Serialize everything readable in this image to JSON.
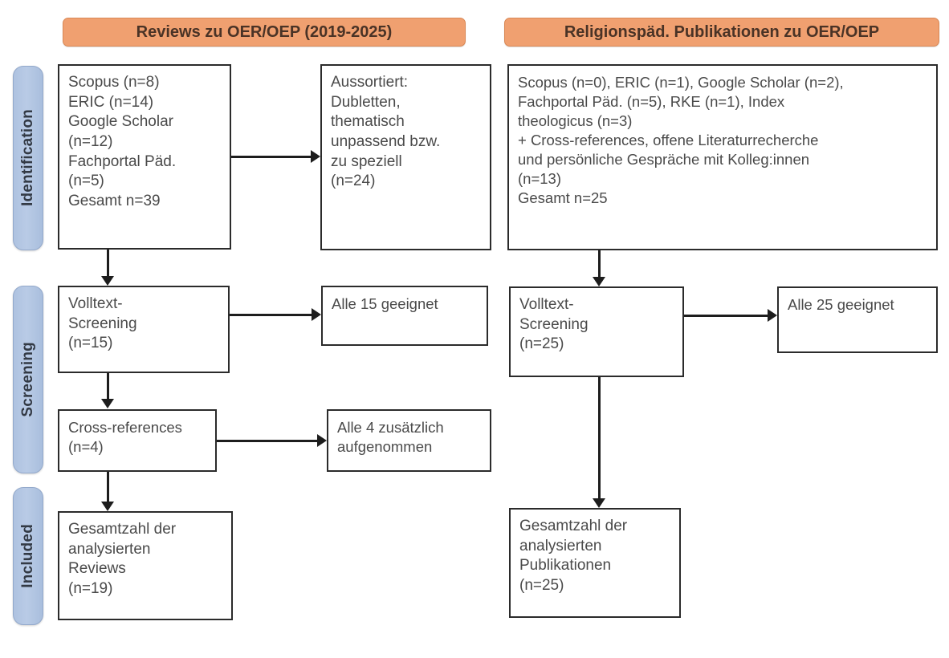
{
  "diagram": {
    "type": "prisma-flow-diagram",
    "title_left": "Reviews zu OER/OEP (2019-2025)",
    "title_right": "Religionspäd. Publikationen zu OER/OEP",
    "accent_header_color": "#F0A070",
    "phase_pill_color": "#AEC2E0",
    "box_border_color": "#2B2B2B"
  },
  "phases": [
    {
      "label": "Identification"
    },
    {
      "label": "Screening"
    },
    {
      "label": "Included"
    }
  ],
  "columns": {
    "left": {
      "header": "Reviews zu OER/OEP (2019-2025)",
      "boxes": {
        "sources": "Scopus (n=8)\nERIC (n=14)\nGoogle Scholar\n(n=12)\nFachportal Päd.\n(n=5)\nGesamt n=39",
        "excluded": "Aussortiert:\nDubletten,\nthematisch\nunpassend bzw.\nzu speziell\n(n=24)",
        "fulltext": "Volltext-\nScreening\n(n=15)",
        "fulltext_result": "Alle 15 geeignet",
        "crossrefs": "Cross-references\n(n=4)",
        "crossrefs_result": "Alle 4 zusätzlich\naufgenommen",
        "included": "Gesamtzahl der\nanalysierten\nReviews\n(n=19)"
      }
    },
    "right": {
      "header": "Religionspäd. Publikationen zu OER/OEP",
      "boxes": {
        "sources": "Scopus (n=0), ERIC (n=1), Google Scholar (n=2),\nFachportal Päd. (n=5), RKE (n=1), Index\ntheologicus (n=3)\n+ Cross-references, offene Literaturrecherche\nund persönliche Gespräche mit Kolleg:innen\n(n=13)\nGesamt n=25",
        "fulltext": "Volltext-\nScreening\n(n=25)",
        "fulltext_result": "Alle 25 geeignet",
        "included": "Gesamtzahl der\nanalysierten\nPublikationen\n(n=25)"
      }
    }
  },
  "counts": {
    "left_scopus": 8,
    "left_eric": 14,
    "left_google_scholar": 12,
    "left_fachportal": 5,
    "left_total": 39,
    "left_excluded": 24,
    "left_fulltext": 15,
    "left_crossrefs": 4,
    "left_included": 19,
    "right_scopus": 0,
    "right_eric": 1,
    "right_google_scholar": 2,
    "right_fachportal": 5,
    "right_rke": 1,
    "right_index_theologicus": 3,
    "right_other": 13,
    "right_total": 25,
    "right_fulltext": 25,
    "right_included": 25
  }
}
